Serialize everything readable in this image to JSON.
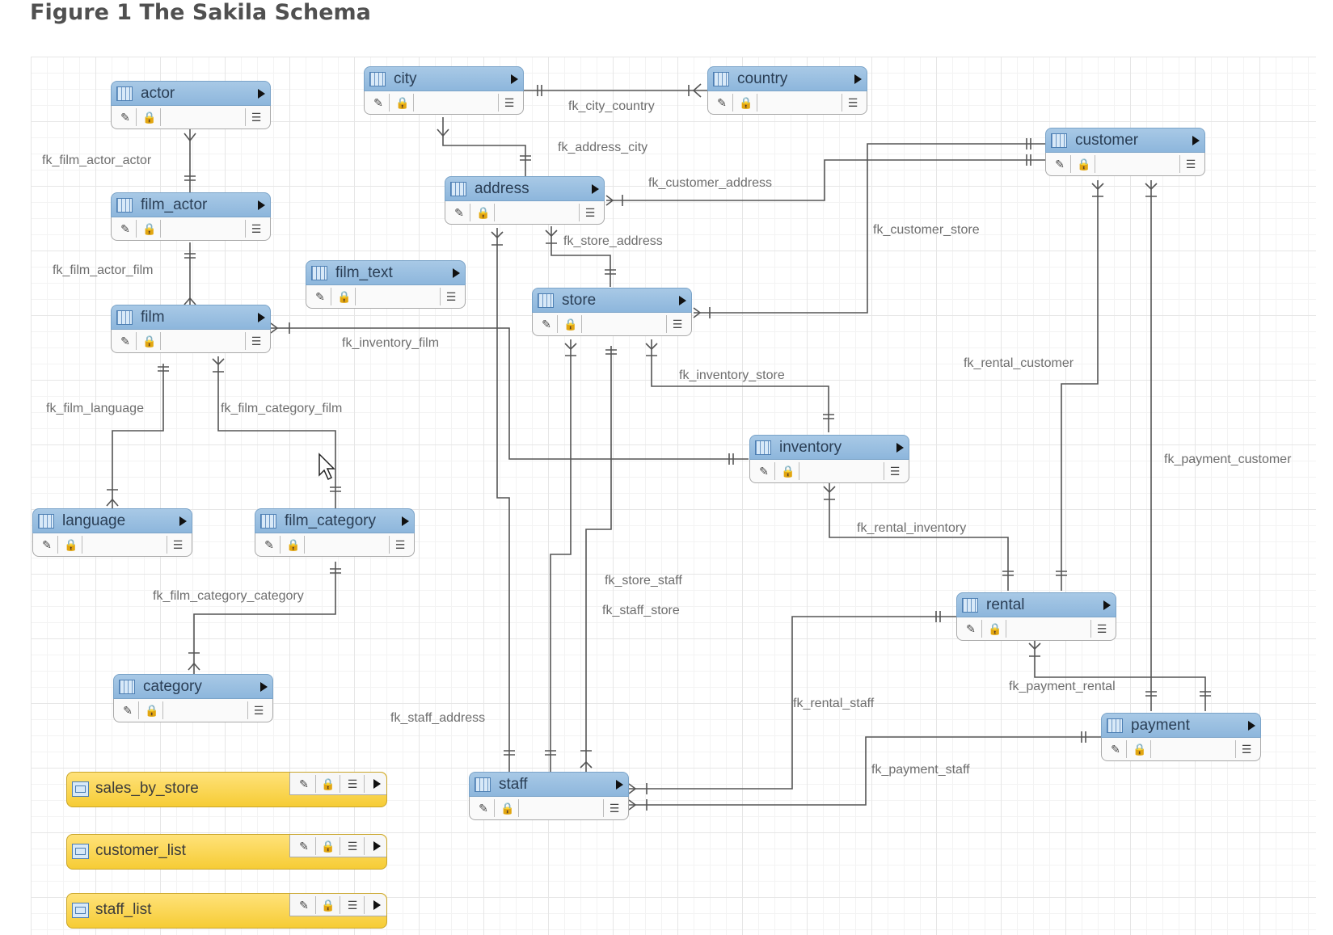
{
  "page_title": "Figure 1 The Sakila Schema",
  "icons": {
    "edit": "pencil-icon",
    "lock": "lock-icon",
    "columns": "columns-icon",
    "expand": "expand-arrow-icon",
    "table": "table-icon",
    "view": "view-icon"
  },
  "tables": [
    {
      "id": "actor",
      "name": "actor"
    },
    {
      "id": "film_actor",
      "name": "film_actor"
    },
    {
      "id": "film",
      "name": "film"
    },
    {
      "id": "film_text",
      "name": "film_text"
    },
    {
      "id": "language",
      "name": "language"
    },
    {
      "id": "film_category",
      "name": "film_category"
    },
    {
      "id": "category",
      "name": "category"
    },
    {
      "id": "city",
      "name": "city"
    },
    {
      "id": "country",
      "name": "country"
    },
    {
      "id": "address",
      "name": "address"
    },
    {
      "id": "store",
      "name": "store"
    },
    {
      "id": "customer",
      "name": "customer"
    },
    {
      "id": "inventory",
      "name": "inventory"
    },
    {
      "id": "rental",
      "name": "rental"
    },
    {
      "id": "payment",
      "name": "payment"
    },
    {
      "id": "staff",
      "name": "staff"
    }
  ],
  "views": [
    {
      "id": "sales_by_store",
      "name": "sales_by_store"
    },
    {
      "id": "customer_list",
      "name": "customer_list"
    },
    {
      "id": "staff_list",
      "name": "staff_list"
    }
  ],
  "relationships": [
    {
      "id": "fk_film_actor_actor",
      "label": "fk_film_actor_actor"
    },
    {
      "id": "fk_film_actor_film",
      "label": "fk_film_actor_film"
    },
    {
      "id": "fk_city_country",
      "label": "fk_city_country"
    },
    {
      "id": "fk_address_city",
      "label": "fk_address_city"
    },
    {
      "id": "fk_customer_address",
      "label": "fk_customer_address"
    },
    {
      "id": "fk_customer_store",
      "label": "fk_customer_store"
    },
    {
      "id": "fk_store_address",
      "label": "fk_store_address"
    },
    {
      "id": "fk_inventory_film",
      "label": "fk_inventory_film"
    },
    {
      "id": "fk_inventory_store",
      "label": "fk_inventory_store"
    },
    {
      "id": "fk_rental_customer",
      "label": "fk_rental_customer"
    },
    {
      "id": "fk_film_language",
      "label": "fk_film_language"
    },
    {
      "id": "fk_film_category_film",
      "label": "fk_film_category_film"
    },
    {
      "id": "fk_payment_customer",
      "label": "fk_payment_customer"
    },
    {
      "id": "fk_rental_inventory",
      "label": "fk_rental_inventory"
    },
    {
      "id": "fk_store_staff",
      "label": "fk_store_staff"
    },
    {
      "id": "fk_staff_store",
      "label": "fk_staff_store"
    },
    {
      "id": "fk_film_category_category",
      "label": "fk_film_category_category"
    },
    {
      "id": "fk_payment_rental",
      "label": "fk_payment_rental"
    },
    {
      "id": "fk_rental_staff",
      "label": "fk_rental_staff"
    },
    {
      "id": "fk_staff_address",
      "label": "fk_staff_address"
    },
    {
      "id": "fk_payment_staff",
      "label": "fk_payment_staff"
    }
  ]
}
